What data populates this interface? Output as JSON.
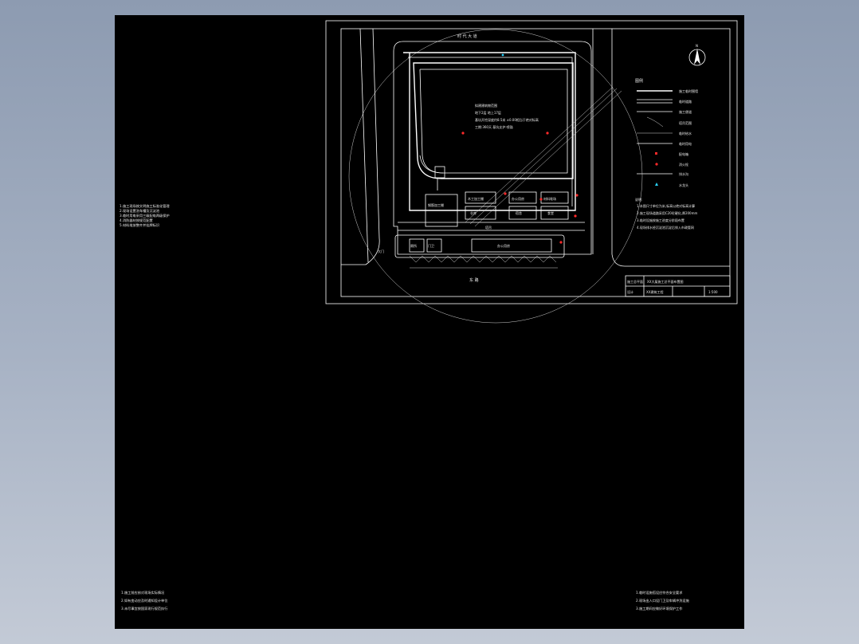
{
  "colors": {
    "background_top": "#8d9bb1",
    "sheet": "#000000",
    "lines": "#ffffff",
    "marker_red": "#ff2a2a",
    "marker_cyan": "#2ad4ff"
  },
  "drawing": {
    "road_top": "时 代 大 道",
    "road_bottom": "东 路",
    "north_label": "N",
    "legend_title": "图例",
    "legend_items": [
      {
        "label": "施工临时围墙"
      },
      {
        "label": "临时道路"
      },
      {
        "label": "施工便道"
      },
      {
        "label": "塔吊范围"
      },
      {
        "label": "临时给水"
      },
      {
        "label": "临时用电"
      },
      {
        "label": "配电箱"
      },
      {
        "label": "消火栓"
      },
      {
        "label": "排水沟"
      },
      {
        "label": "水龙头"
      }
    ],
    "site_text": [
      "拟建建筑物范围",
      "地下2层 地上17层",
      "基坑开挖深度约8.5米 ±0.00相当于绝对标高",
      "工期:360天 基坑支护:喷锚"
    ],
    "buildings": [
      {
        "label": "钢筋加工棚"
      },
      {
        "label": "木工加工棚"
      },
      {
        "label": "办公用房"
      },
      {
        "label": "材料堆场"
      },
      {
        "label": "仓库"
      },
      {
        "label": "宿舍"
      },
      {
        "label": "食堂"
      },
      {
        "label": "厕所"
      },
      {
        "label": "门卫"
      }
    ],
    "tower_crane": "塔吊",
    "gate": "大门",
    "title_block": {
      "row1_col1": "施工总平面",
      "row1_col2": "XX大厦施工总平面布置图",
      "row2_col1": "设计",
      "row2_col2": "XX建筑工程",
      "scale": "1:500"
    },
    "notes_title": "说明:",
    "right_notes": [
      "1.本图尺寸单位为米,标高以绝对标高计算",
      "2.施工现场道路采用C20砼硬化,厚200mm",
      "3.临时设施按施工进度分阶段布置",
      "4.现场排水经沉淀池沉淀后排入市政管网"
    ],
    "sheet_notes_left_mid": [
      "1.施工现场按文明施工标准化管理",
      "2.现场设置洗车槽及沉淀池",
      "3.临时用电采用三级配电两级保护",
      "4.消防器材按规范配置",
      "5.材料堆放整齐并挂牌标识"
    ],
    "sheet_notes_left_bottom": [
      "1.施工前应核对现场实际情况",
      "2.如有变动应及时通知设计单位",
      "3.未尽事宜按国家现行规范执行"
    ],
    "sheet_notes_right_bottom": [
      "1.临时设施搭设应符合安全要求",
      "2.现场出入口设门卫及车辆冲洗设施",
      "3.施工期间应做好环境保护工作"
    ]
  }
}
